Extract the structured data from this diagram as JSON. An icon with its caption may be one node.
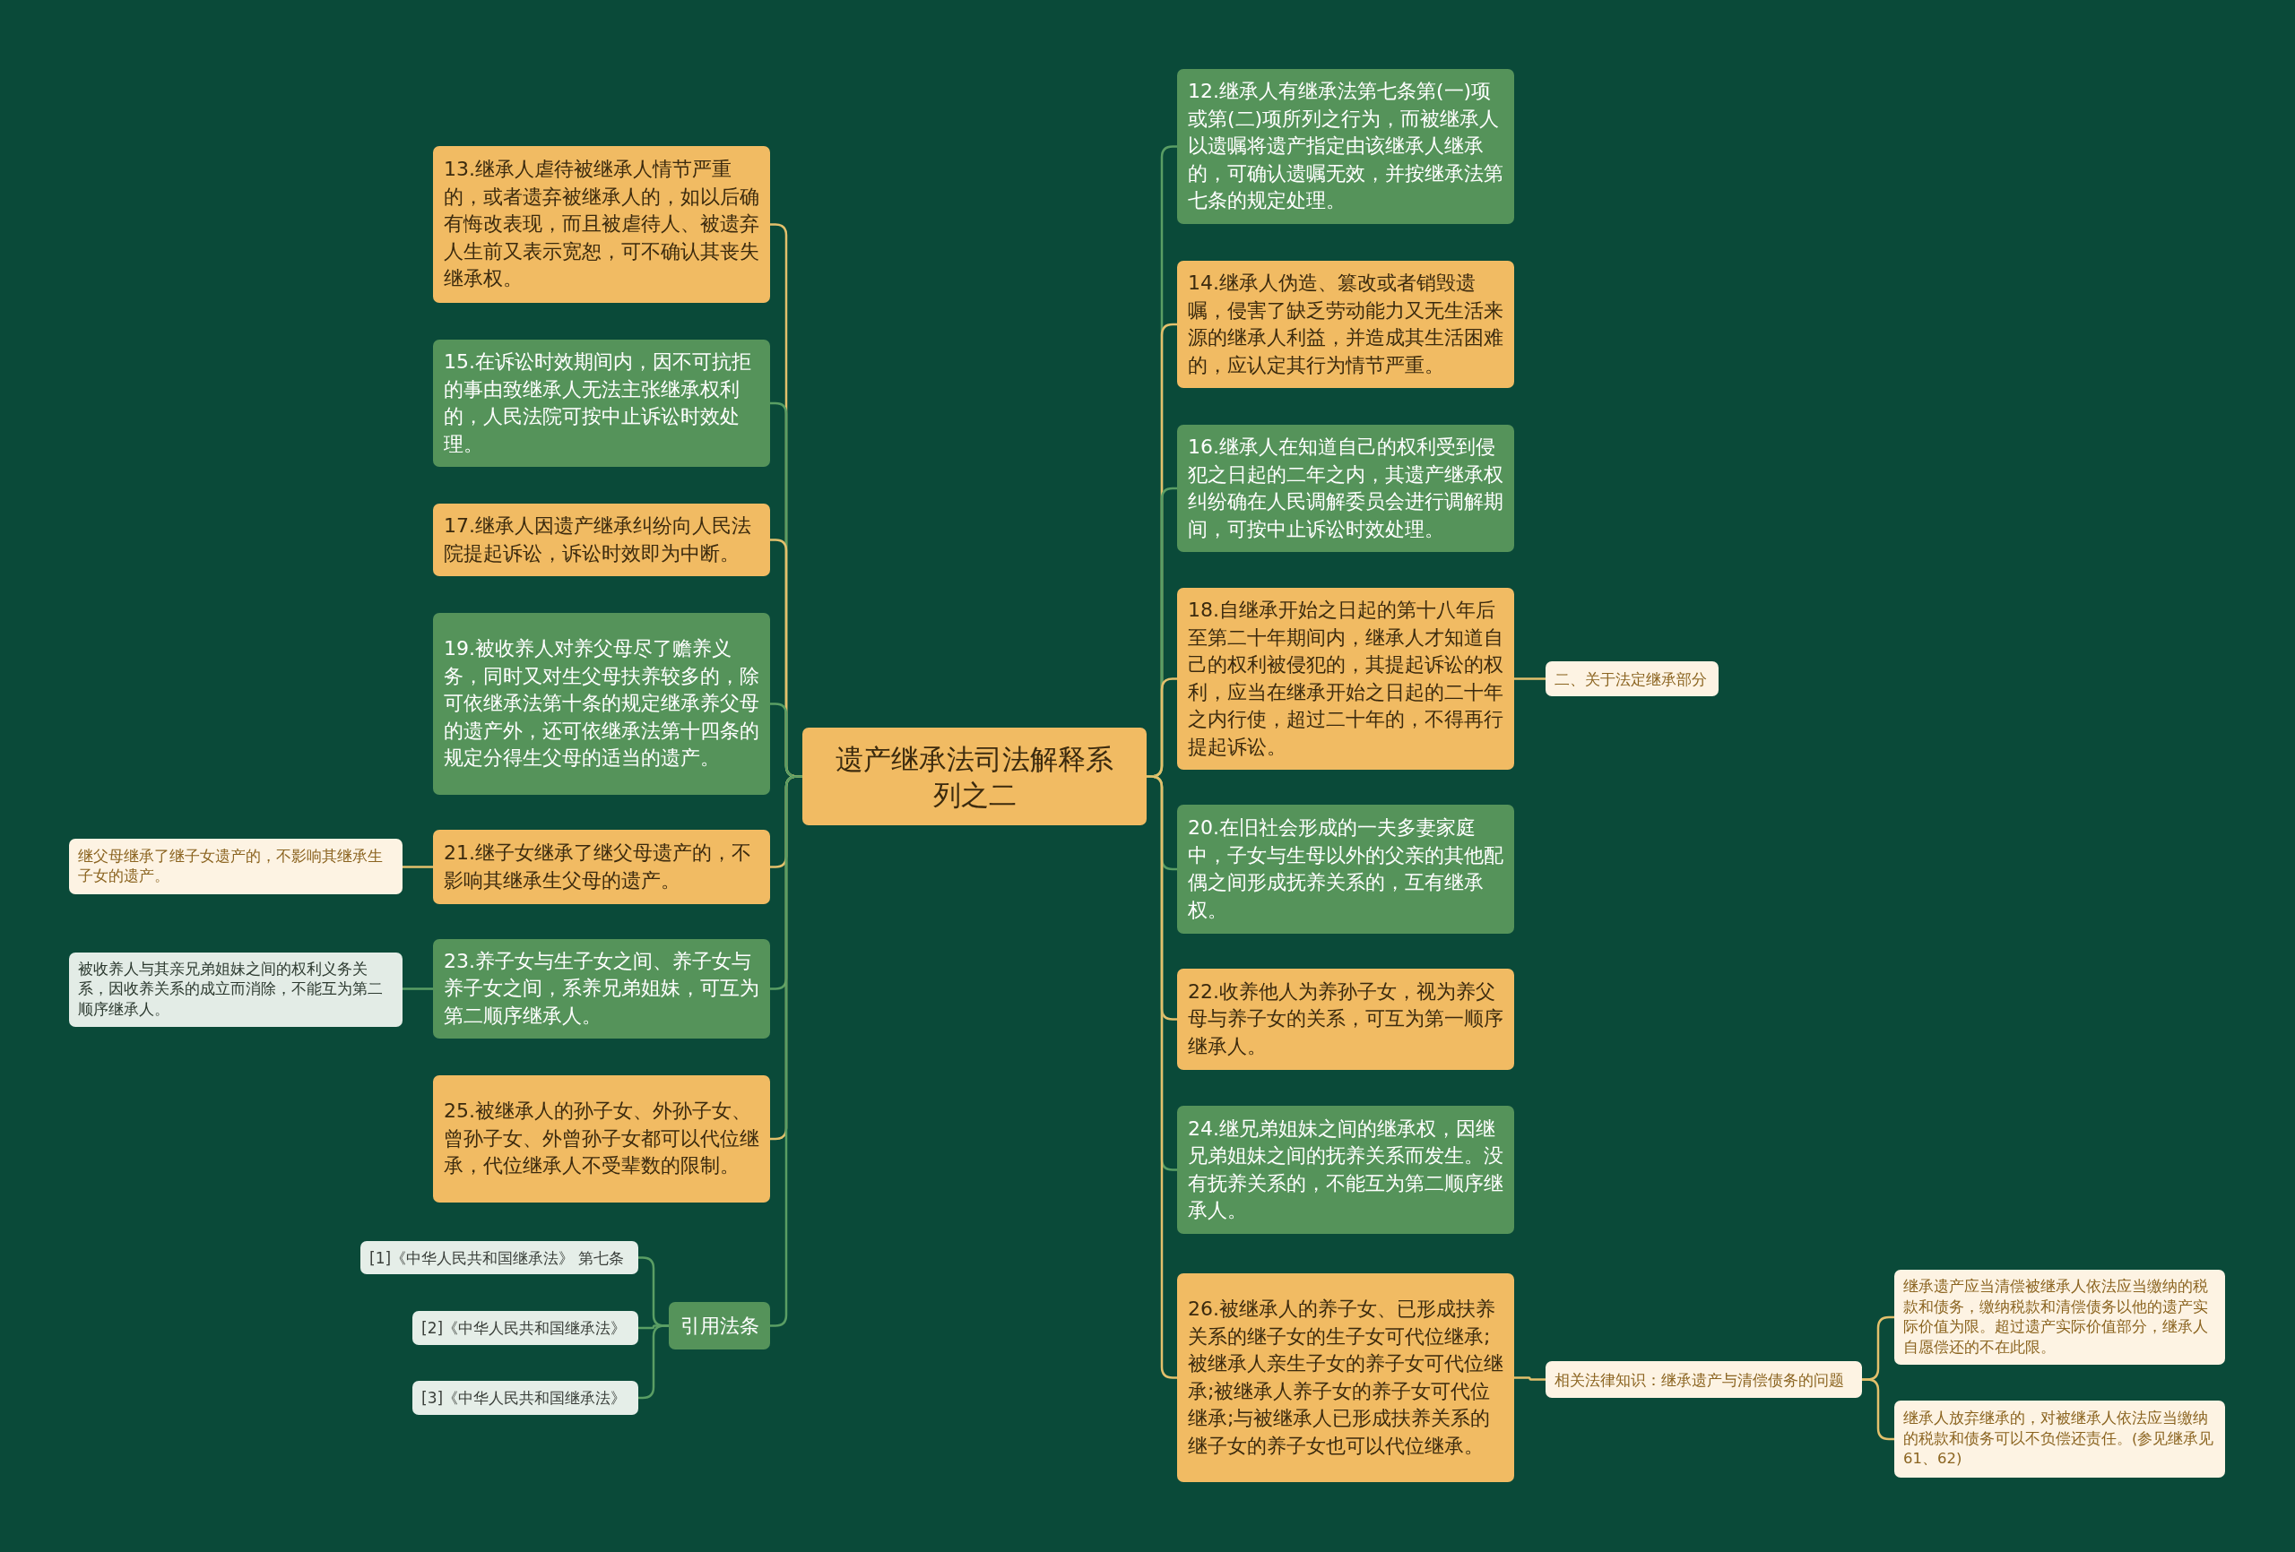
{
  "diagram": {
    "nodes": [
      {
        "text": [
          "遗产继承法司法解释系列之二"
        ]
      },
      {
        "text": [
          "13.继承人虐待被继承人情节严重的，或者遗弃被继承人的，如以后确有悔改表现，而且被虐待人、被遗弃人生前又表示宽恕，可不确认其丧失继承权。"
        ]
      },
      {
        "text": [
          "15.在诉讼时效期间内，因不可抗拒的事由致继承人无法主张继承权利的，人民法院可按中止诉讼时效处理。"
        ]
      },
      {
        "text": [
          "17.继承人因遗产继承纠纷向人民法院提起诉讼，诉讼时效即为中断。"
        ]
      },
      {
        "text": [
          "19.被收养人对养父母尽了赡养义务，同时又对生父母扶养较多的，除可依继承法第十条的规定继承养父母的遗产外，还可依继承法第十四条的规定分得生父母的适当的遗产。"
        ]
      },
      {
        "text": [
          "21.继子女继承了继父母遗产的，不影响其继承生父母的遗产。"
        ]
      },
      {
        "text": [
          "继父母继承了继子女遗产的，不影响其继承生子女的遗产。"
        ]
      },
      {
        "text": [
          "23.养子女与生子女之间、养子女与养子女之间，系养兄弟姐妹，可互为第二顺序继承人。"
        ]
      },
      {
        "text": [
          "被收养人与其亲兄弟姐妹之间的权利义务关系，因收养关系的成立而消除，不能互为第二顺序继承人。"
        ]
      },
      {
        "text": [
          "25.被继承人的孙子女、外孙子女、曾孙子女、外曾孙子女都可以代位继承，代位继承人不受辈数的限制。"
        ]
      },
      {
        "text": [
          "引用法条"
        ]
      },
      {
        "text": [
          "[1]《中华人民共和国继承法》 第七条"
        ]
      },
      {
        "text": [
          "[2]《中华人民共和国继承法》"
        ]
      },
      {
        "text": [
          "[3]《中华人民共和国继承法》"
        ]
      },
      {
        "text": [
          "12.继承人有继承法第七条第(一)项或第(二)项所列之行为，而被继承人以遗嘱将遗产指定由该继承人继承的，可确认遗嘱无效，并按继承法第七条的规定处理。"
        ]
      },
      {
        "text": [
          "14.继承人伪造、篡改或者销毁遗嘱，侵害了缺乏劳动能力又无生活来源的继承人利益，并造成其生活困难的，应认定其行为情节严重。"
        ]
      },
      {
        "text": [
          "16.继承人在知道自己的权利受到侵犯之日起的二年之内，其遗产继承权纠纷确在人民调解委员会进行调解期间，可按中止诉讼时效处理。"
        ]
      },
      {
        "text": [
          "18.自继承开始之日起的第十八年后至第二十年期间内，继承人才知道自己的权利被侵犯的，其提起诉讼的权利，应当在继承开始之日起的二十年之内行使，超过二十年的，不得再行提起诉讼。"
        ]
      },
      {
        "text": [
          "二、关于法定继承部分"
        ]
      },
      {
        "text": [
          "20.在旧社会形成的一夫多妻家庭中，子女与生母以外的父亲的其他配偶之间形成抚养关系的，互有继承权。"
        ]
      },
      {
        "text": [
          "22.收养他人为养孙子女，视为养父母与养子女的关系，可互为第一顺序继承人。"
        ]
      },
      {
        "text": [
          "24.继兄弟姐妹之间的继承权，因继兄弟姐妹之间的抚养关系而发生。没有抚养关系的，不能互为第二顺序继承人。"
        ]
      },
      {
        "text": [
          "26.被继承人的养子女、已形成扶养关系的继子女的生子女可代位继承;被继承人亲生子女的养子女可代位继承;被继承人养子女的养子女可代位继承;与被继承人已形成扶养关系的继子女的养子女也可以代位继承。"
        ]
      },
      {
        "text": [
          "相关法律知识：继承遗产与清偿债务的问题"
        ]
      },
      {
        "text": [
          "继承遗产应当清偿被继承人依法应当缴纳的税款和债务，缴纳税款和清偿债务以他的遗产实际价值为限。超过遗产实际价值部分，继承人自愿偿还的不在此限。"
        ]
      },
      {
        "text": [
          "继承人放弃继承的，对被继承人依法应当缴纳的税款和债务可以不负偿还责任。(参见继承见61、62)"
        ]
      }
    ],
    "edges": [
      {
        "from": 0,
        "to": 1,
        "arrow": "none"
      },
      {
        "from": 0,
        "to": 2,
        "arrow": "none",
        "color": "#5a9e64"
      },
      {
        "from": 0,
        "to": 3,
        "arrow": "none"
      },
      {
        "from": 0,
        "to": 4,
        "arrow": "none",
        "color": "#5a9e64"
      },
      {
        "from": 0,
        "to": 5,
        "arrow": "none"
      },
      {
        "from": 5,
        "to": 6,
        "arrow": "none"
      },
      {
        "from": 0,
        "to": 7,
        "arrow": "none",
        "color": "#5a9e64"
      },
      {
        "from": 7,
        "to": 8,
        "arrow": "none",
        "color": "#5a9e64"
      },
      {
        "from": 0,
        "to": 9,
        "arrow": "none"
      },
      {
        "from": 0,
        "to": 10,
        "arrow": "none",
        "color": "#5a9e64"
      },
      {
        "from": 10,
        "to": 11,
        "arrow": "none",
        "color": "#5a9e64"
      },
      {
        "from": 10,
        "to": 12,
        "arrow": "none",
        "color": "#5a9e64"
      },
      {
        "from": 10,
        "to": 13,
        "arrow": "none",
        "color": "#5a9e64"
      },
      {
        "from": 0,
        "to": 14,
        "arrow": "none",
        "color": "#5a9e64"
      },
      {
        "from": 0,
        "to": 15,
        "arrow": "none"
      },
      {
        "from": 0,
        "to": 16,
        "arrow": "none",
        "color": "#5a9e64"
      },
      {
        "from": 0,
        "to": 17,
        "arrow": "none"
      },
      {
        "from": 17,
        "to": 18,
        "arrow": "none"
      },
      {
        "from": 0,
        "to": 19,
        "arrow": "none",
        "color": "#5a9e64"
      },
      {
        "from": 0,
        "to": 20,
        "arrow": "none"
      },
      {
        "from": 0,
        "to": 21,
        "arrow": "none",
        "color": "#5a9e64"
      },
      {
        "from": 0,
        "to": 22,
        "arrow": "none"
      },
      {
        "from": 22,
        "to": 23,
        "arrow": "none"
      },
      {
        "from": 23,
        "to": 24,
        "arrow": "none"
      },
      {
        "from": 23,
        "to": 25,
        "arrow": "none"
      }
    ]
  }
}
